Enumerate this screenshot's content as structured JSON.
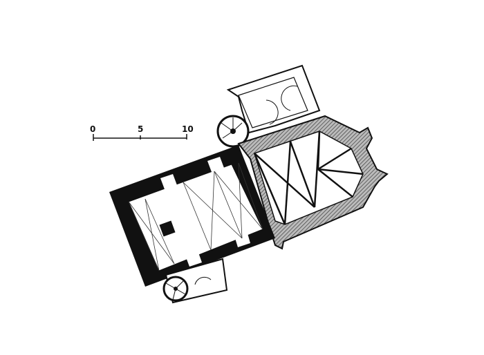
{
  "scale_bar": {
    "labels": [
      "0",
      "5",
      "10"
    ],
    "unit_max": 10
  },
  "colors": {
    "ink": "#111111",
    "hatch": "#555555",
    "paper": "#ffffff"
  }
}
